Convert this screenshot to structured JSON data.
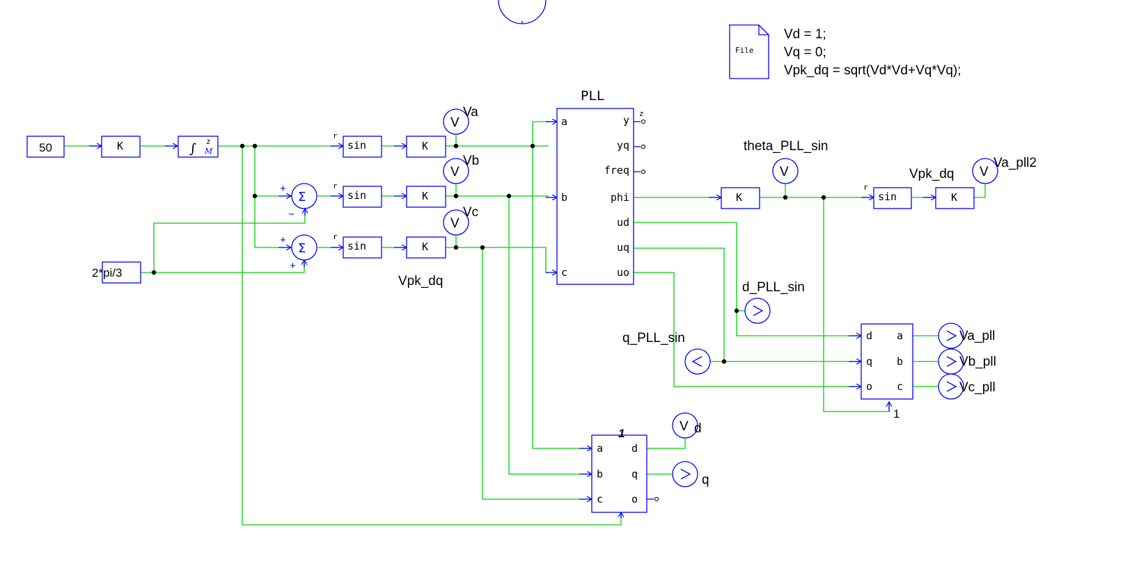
{
  "parameter_file": {
    "icon_label": "File",
    "lines": [
      "Vd = 1;",
      "Vq = 0;",
      "Vpk_dq = sqrt(Vd*Vd+Vq*Vq);"
    ]
  },
  "blocks": {
    "freq_const": "50",
    "gain": "K",
    "integrator_symbol": "∫",
    "integrator_port_z": "z",
    "integrator_port_m": "M",
    "sin": "sin",
    "sin_port": "r",
    "phase_const": "2*pi/3",
    "sum_symbol": "Σ",
    "plus": "+",
    "minus": "−"
  },
  "pll": {
    "title": "PLL",
    "inputs": [
      "a",
      "b",
      "c"
    ],
    "outputs": [
      "y",
      "yq",
      "freq",
      "phi",
      "ud",
      "uq",
      "uo"
    ],
    "corner_label": "z"
  },
  "abc_to_dq": {
    "title": "1",
    "inputs": [
      "a",
      "b",
      "c"
    ],
    "outputs": [
      "d",
      "q",
      "o"
    ]
  },
  "dq_to_abc": {
    "label": "1",
    "inputs": [
      "d",
      "q",
      "o"
    ],
    "outputs": [
      "a",
      "b",
      "c"
    ]
  },
  "probes": {
    "symbol": "V",
    "labels": {
      "va": "Va",
      "vb": "Vb",
      "vc": "Vc",
      "vpk_dq_left": "Vpk_dq",
      "theta": "theta_PLL_sin",
      "vpk_dq_right": "Vpk_dq",
      "va_pll2": "Va_pll2",
      "d_pll": "d_PLL_sin",
      "q_pll": "q_PLL_sin",
      "va_pll": "Va_pll",
      "vb_pll": "Vb_pll",
      "vc_pll": "Vc_pll",
      "d": "d",
      "q": "q"
    }
  }
}
